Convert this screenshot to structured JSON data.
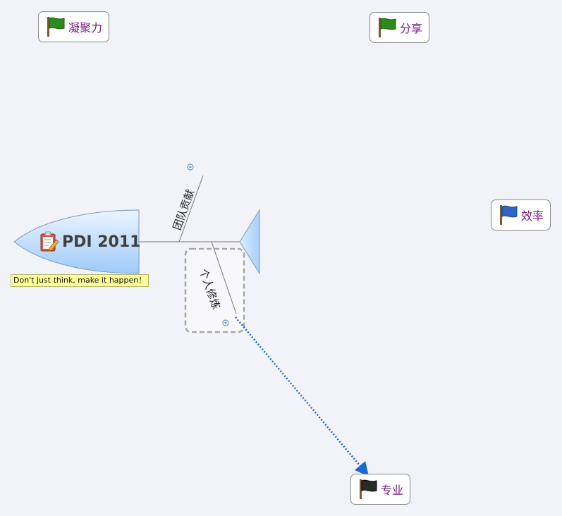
{
  "central": {
    "title": "PDI 2011",
    "note": "Don't just think, make it happen！"
  },
  "bones": [
    {
      "label": "团队贡献"
    },
    {
      "label": "个人修炼"
    }
  ],
  "floating_topics": [
    {
      "label": "凝聚力",
      "flag": "green-flag-icon"
    },
    {
      "label": "分享",
      "flag": "green-flag-icon"
    },
    {
      "label": "效率",
      "flag": "blue-flag-icon"
    },
    {
      "label": "专业",
      "flag": "black-flag-icon"
    }
  ],
  "colors": {
    "background": "#f2f3f8",
    "head_fill_top": "#eaf4ff",
    "head_fill_bottom": "#9fcaf8",
    "topic_text": "#7a1a7a",
    "relationship": "#1a6ad0",
    "flag_green": "#2f8a1e",
    "flag_blue": "#2f66c4",
    "flag_black": "#2a2a2a"
  }
}
